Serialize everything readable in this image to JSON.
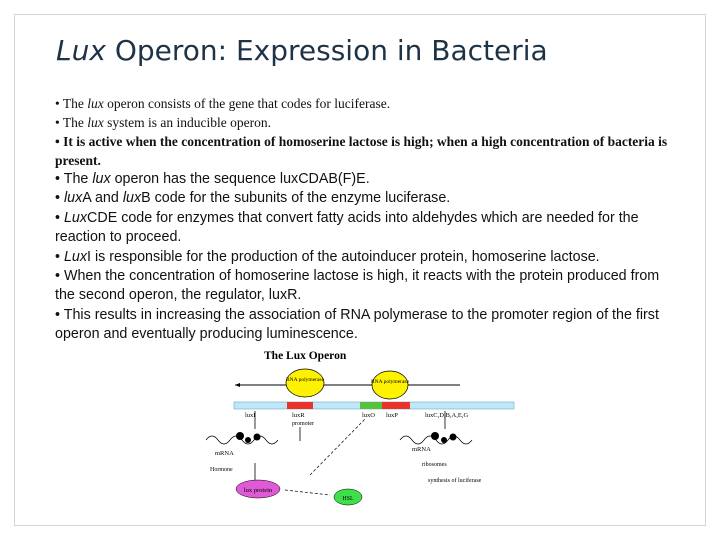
{
  "title": {
    "prefix": "Lux",
    "rest": " Operon: Expression in Bacteria"
  },
  "bullets": [
    {
      "id": "b1",
      "style": "c",
      "parts": [
        "• The ",
        "lux",
        " operon consists of the gene that codes for luciferase."
      ]
    },
    {
      "id": "b2",
      "style": "c",
      "parts": [
        "• The ",
        "lux",
        " system is an inducible operon."
      ]
    },
    {
      "id": "b3",
      "style": "c bold",
      "parts": [
        "• It is active when the concentration of homoserine lactose is high; when a high concentration of bacteria is present."
      ]
    },
    {
      "id": "b4",
      "style": "a",
      "parts": [
        "• The ",
        "lux",
        " operon has the sequence luxCDAB(F)E."
      ]
    },
    {
      "id": "b5",
      "style": "a",
      "parts": [
        "• ",
        "lux",
        "A and ",
        "lux",
        "B code for the subunits of the enzyme luciferase."
      ]
    },
    {
      "id": "b6",
      "style": "a",
      "parts": [
        "• ",
        "Lux",
        "CDE code for enzymes that convert fatty acids into aldehydes which are needed for the reaction to proceed."
      ]
    },
    {
      "id": "b7",
      "style": "a",
      "parts": [
        "• ",
        "Lux",
        "I is responsible for the production of the autoinducer protein, homoserine lactose."
      ]
    },
    {
      "id": "b8",
      "style": "a",
      "parts": [
        "• When the concentration of homoserine lactose is high, it reacts with the protein produced from the second operon, the regulator, luxR."
      ]
    },
    {
      "id": "b9",
      "style": "a",
      "parts": [
        "• This results in increasing the association of RNA polymerase to the promoter region of the first operon and eventually producing luminescence."
      ]
    }
  ],
  "diagram": {
    "title": "The Lux Operon",
    "rna_pol_left": "RNA polymerase",
    "rna_pol_right": "RNA polymerase",
    "gene_luxI": "luxI",
    "gene_luxR": "luxR",
    "promoter": "promoter",
    "gene_luxO": "luxO",
    "gene_luxP": "luxP",
    "gene_cdabfe": "luxC,D,B,A,E,G",
    "mrna_left": "mRNA",
    "mrna_right": "mRNA",
    "hormone_left": "Hormone",
    "hormone_right": "ribosomes",
    "synthesis": "synthesis of luciferase",
    "lux_protein": "lux protein",
    "hsl": "HSL",
    "colors": {
      "rna_pol": "#fff200",
      "lux_protein": "#e05ad7",
      "hsl": "#3ee04a",
      "gene_bar": "#bfe8f7",
      "promoter_red": "#e8342a",
      "promoter_green": "#58c23f"
    }
  }
}
